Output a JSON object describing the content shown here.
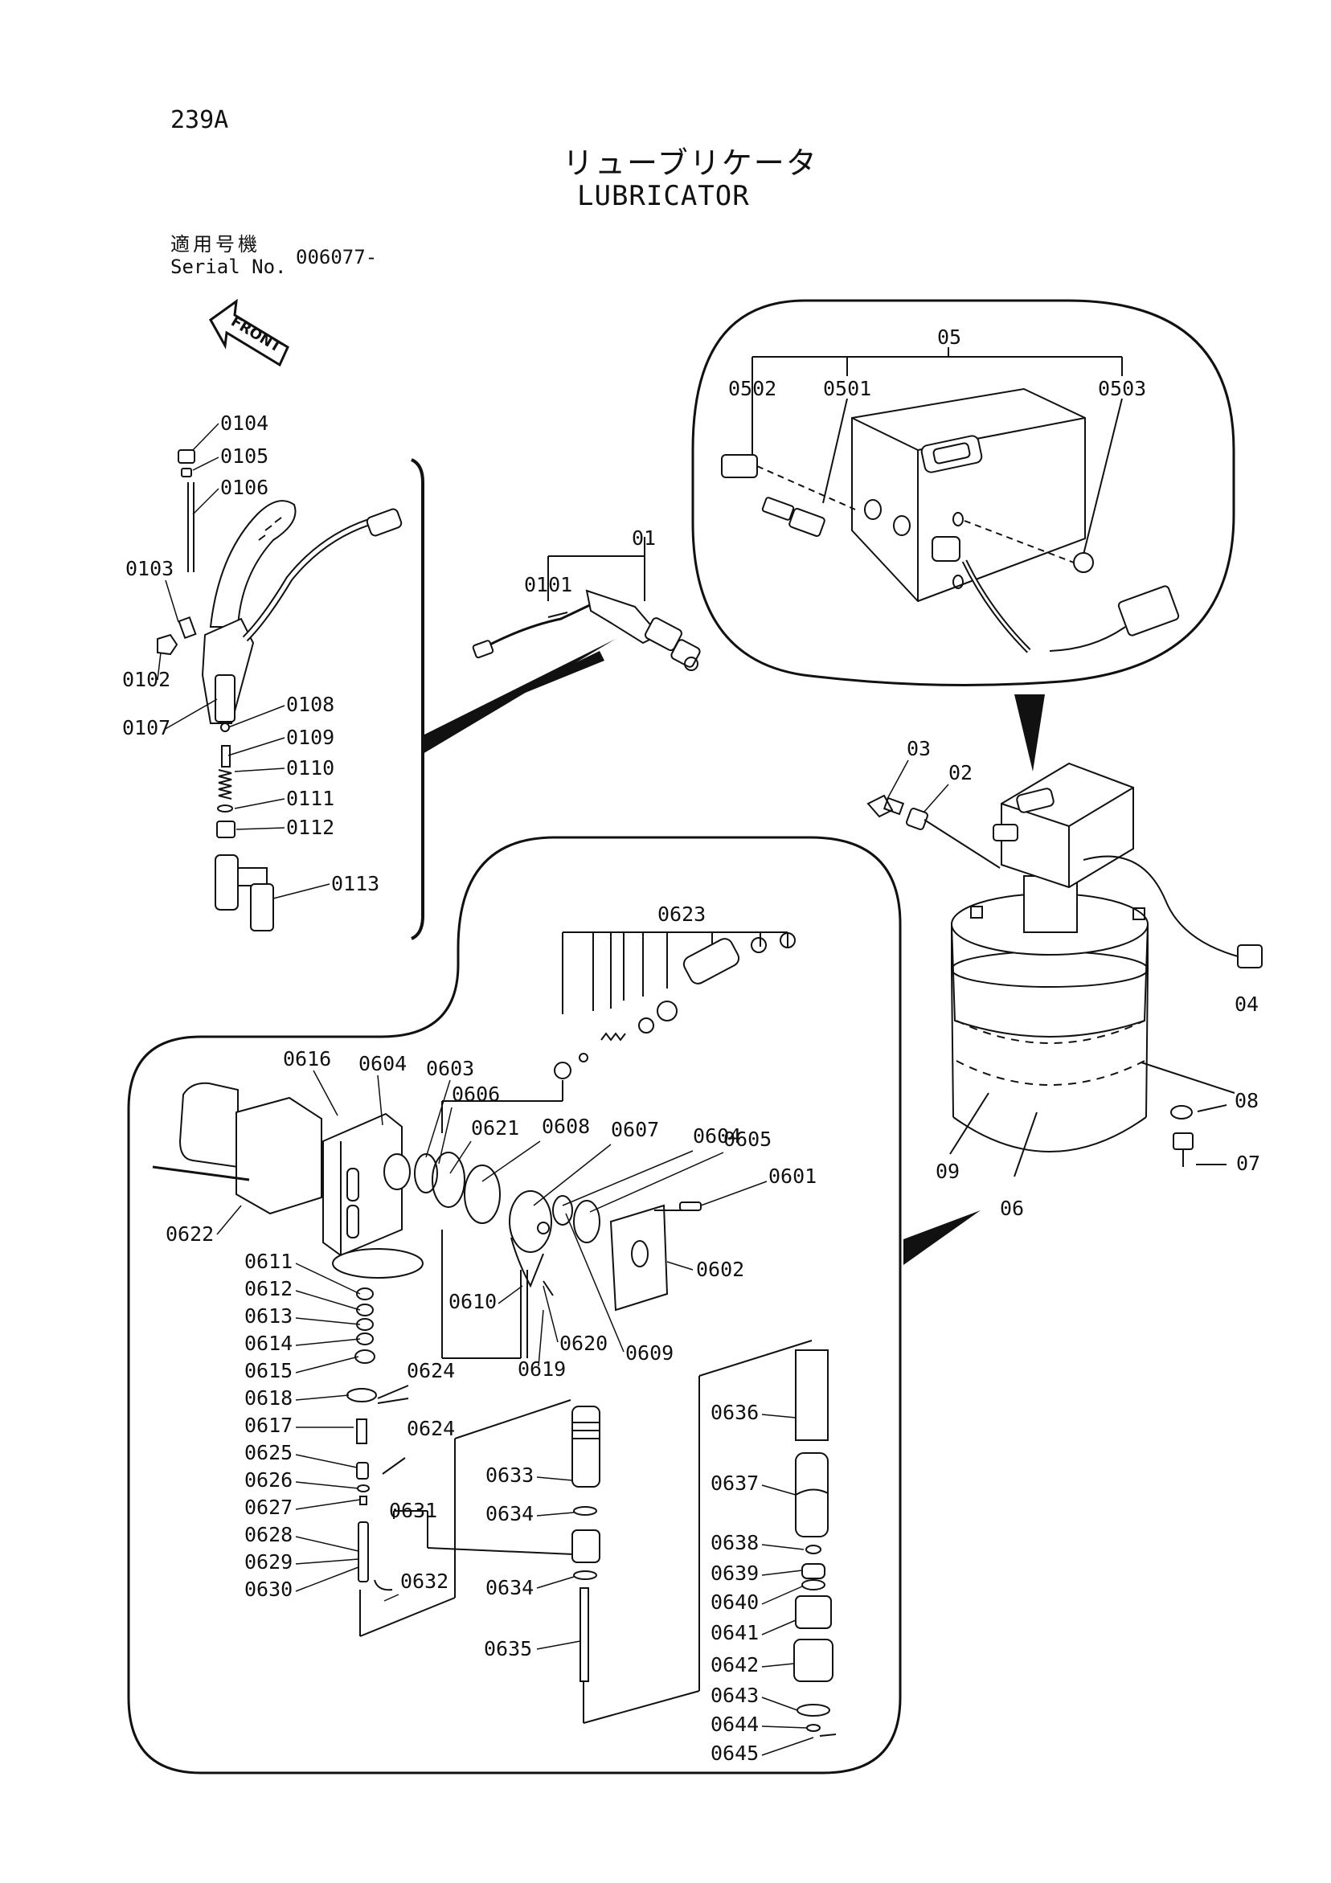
{
  "header": {
    "page_number": "239A",
    "title_jp": "リューブリケータ",
    "title_en": "LUBRICATOR",
    "serial_label_jp": "適用号機",
    "serial_label_en": "Serial No.",
    "serial_value": "006077-",
    "front_arrow": "FRONT"
  },
  "part_labels": [
    "0104",
    "0105",
    "0106",
    "0103",
    "0102",
    "0107",
    "0108",
    "0109",
    "0110",
    "0111",
    "0112",
    "0113",
    "01",
    "0101",
    "05",
    "0502",
    "0501",
    "0503",
    "03",
    "02",
    "04",
    "08",
    "07",
    "09",
    "06",
    "0623",
    "0616",
    "0604",
    "0603",
    "0606",
    "0621",
    "0608",
    "0607",
    "0604",
    "0605",
    "0601",
    "0622",
    "0602",
    "0611",
    "0612",
    "0613",
    "0614",
    "0615",
    "0618",
    "0617",
    "0625",
    "0626",
    "0627",
    "0628",
    "0629",
    "0630",
    "0624",
    "0624",
    "0610",
    "0619",
    "0620",
    "0609",
    "0631",
    "0632",
    "0633",
    "0634",
    "0634",
    "0635",
    "0636",
    "0637",
    "0638",
    "0639",
    "0640",
    "0641",
    "0642",
    "0643",
    "0644",
    "0645"
  ],
  "icons": [
    "front-arrow-icon"
  ]
}
